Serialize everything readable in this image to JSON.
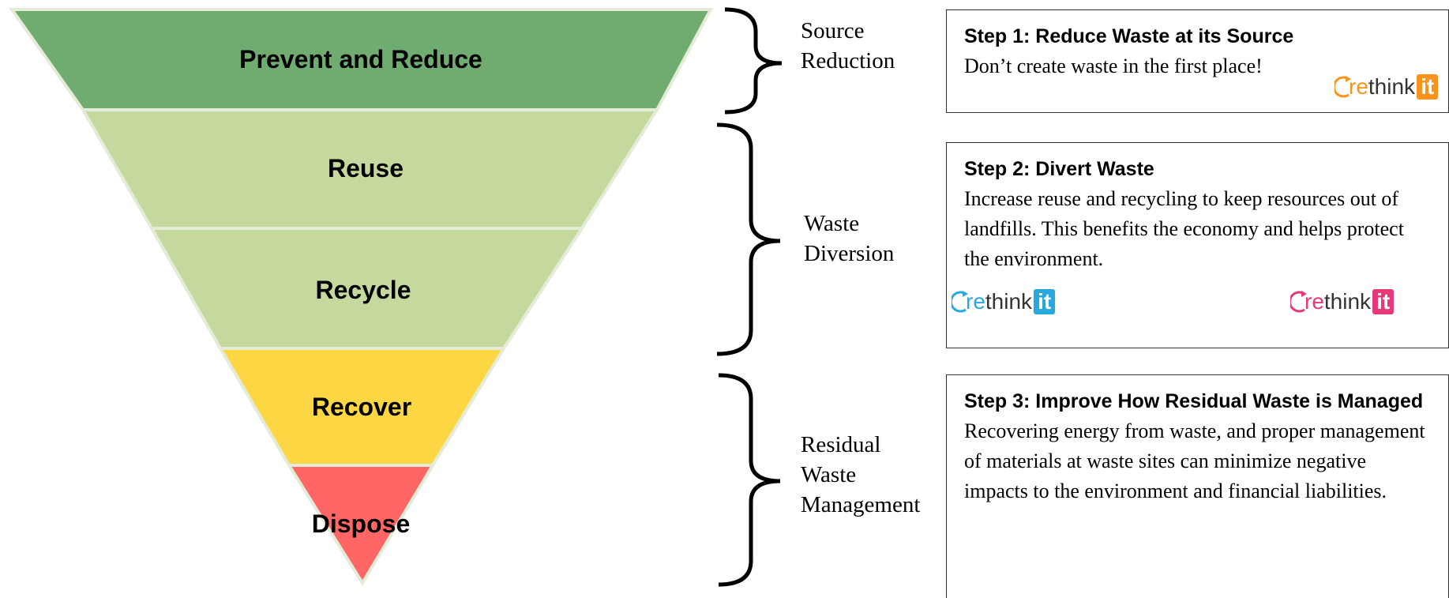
{
  "pyramid": {
    "tiers": [
      {
        "label": "Prevent and Reduce",
        "color": "#70ab6f"
      },
      {
        "label": "Reuse",
        "color": "#c5d89e"
      },
      {
        "label": "Recycle",
        "color": "#c5d89e"
      },
      {
        "label": "Recover",
        "color": "#fdd743"
      },
      {
        "label": "Dispose",
        "color": "#ff6665"
      }
    ]
  },
  "groups": [
    {
      "label_lines": [
        "Source",
        "Reduction"
      ]
    },
    {
      "label_lines": [
        "Waste",
        "Diversion"
      ]
    },
    {
      "label_lines": [
        "Residual",
        "Waste",
        "Management"
      ]
    }
  ],
  "steps": [
    {
      "title": "Step 1:  Reduce Waste at its Source",
      "body": "Don’t create waste in the first place!"
    },
    {
      "title": "Step 2:  Divert Waste",
      "body": "Increase reuse and recycling to keep resources out of landfills.  This benefits the economy and helps protect the environment."
    },
    {
      "title": "Step 3:  Improve How Residual Waste is Managed",
      "body": "Recovering energy from waste, and proper management of materials at waste sites can minimize negative impacts to the environment and financial liabilities."
    }
  ],
  "logos": {
    "re": "re",
    "think": "think",
    "it": "it",
    "colors": {
      "orange": "#f7941d",
      "blue": "#29a8e0",
      "pink": "#e6397a"
    }
  }
}
